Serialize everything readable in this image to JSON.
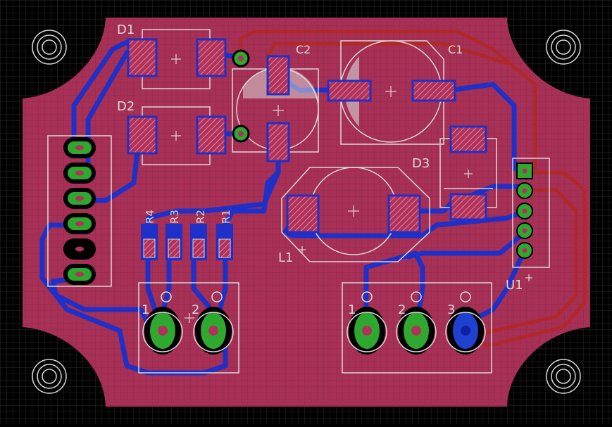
{
  "colors": {
    "background": "#000000",
    "grid": "#2a2a2a",
    "board": "#b1315b",
    "bottom_copper": "#2030c0",
    "top_copper": "#b02828",
    "silkscreen": "#d9d9d9",
    "pad": "#2fa82f",
    "smd_pad": "#c85a6a"
  },
  "components": {
    "D1": "D1",
    "D2": "D2",
    "D3": "D3",
    "C1": "C1",
    "C2": "C2",
    "L1": "L1",
    "U1": "U1",
    "R1": "R1",
    "R2": "R2",
    "R3": "R3",
    "R4": "R4"
  },
  "terminals": {
    "left": [
      "1",
      "2"
    ],
    "right": [
      "1",
      "2",
      "3"
    ]
  },
  "icons": {
    "mount_hole": "mounting-hole-icon",
    "origin": "origin-cross-icon"
  }
}
